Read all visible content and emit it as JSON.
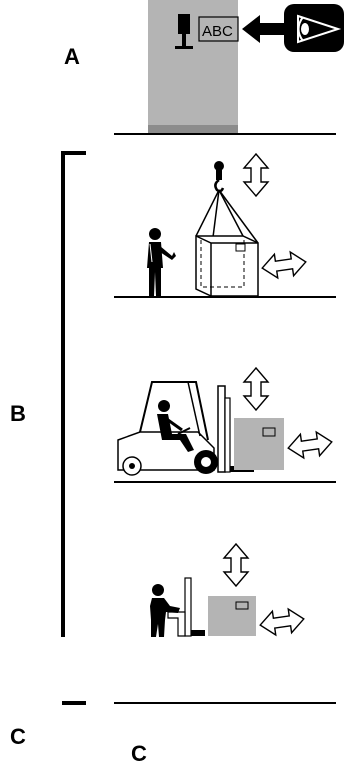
{
  "labels": {
    "a": "A",
    "b": "B",
    "c_side": "C",
    "c_bottom": "C"
  },
  "package_marking_text": "ABC",
  "icons": [
    "fragile-upright-symbol-icon",
    "eye-icon",
    "direction-arrow-icon",
    "lift-arrows-icon",
    "shift-arrows-icon",
    "crane-hook-icon",
    "worker-icon",
    "forklift-icon",
    "pallet-jack-icon"
  ],
  "colors": {
    "crate_gray": "#b4b4b4",
    "line": "#000000",
    "background": "#ffffff"
  }
}
